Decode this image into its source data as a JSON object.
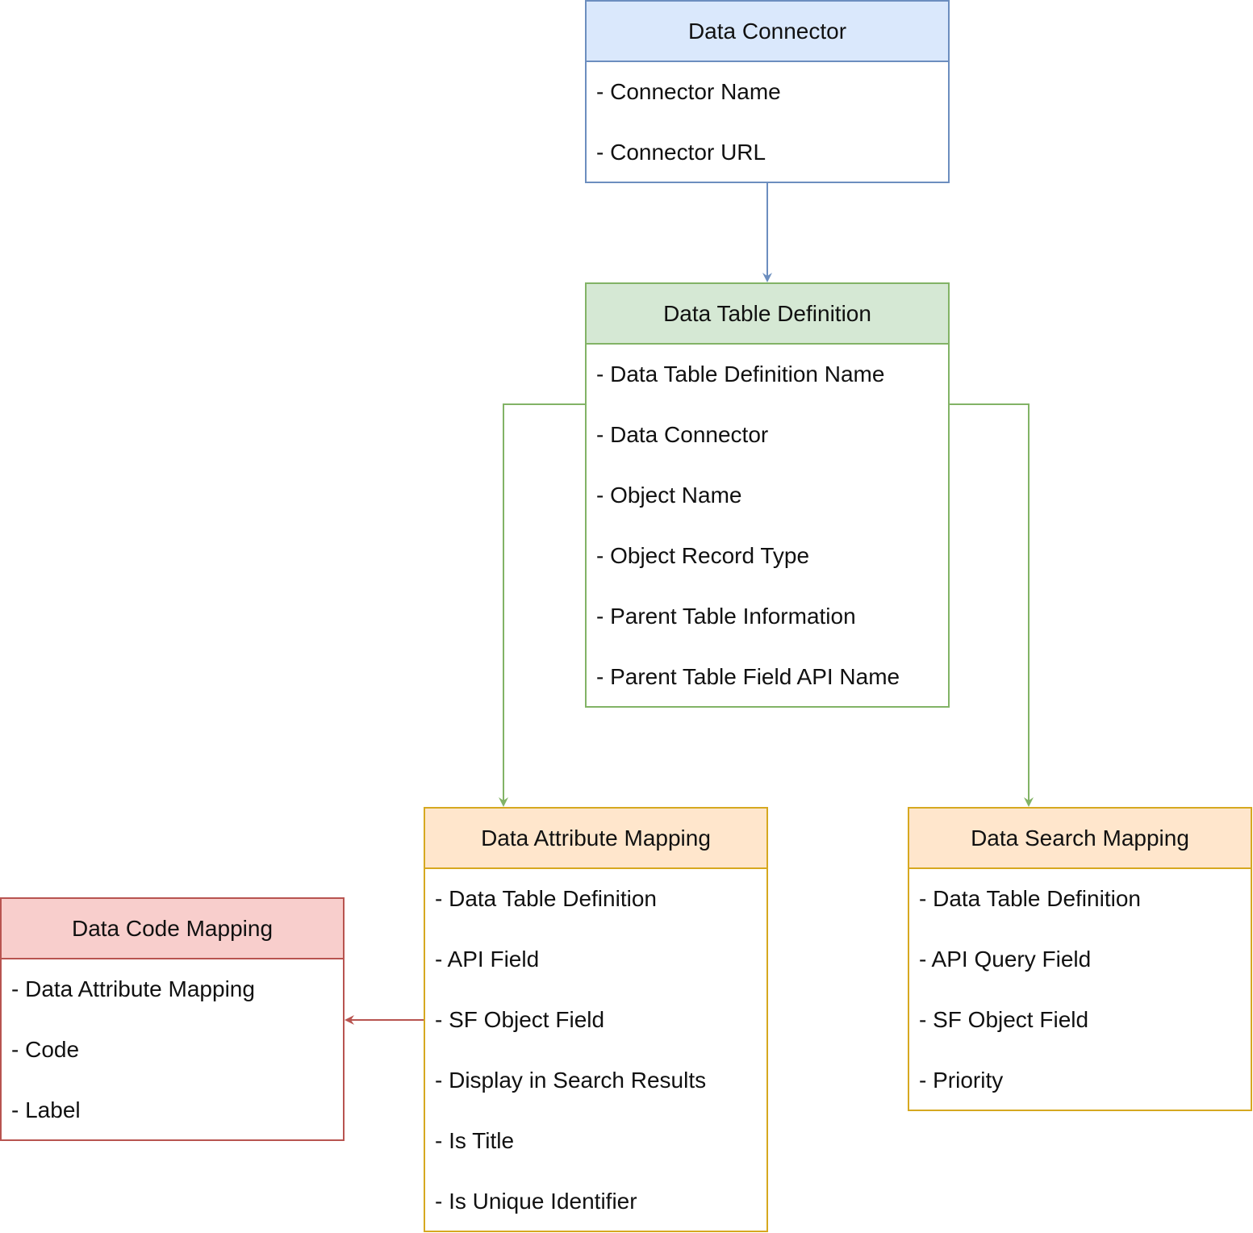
{
  "entities": {
    "data_connector": {
      "title": "Data Connector",
      "fields": [
        "- Connector Name",
        "- Connector URL"
      ]
    },
    "data_table_definition": {
      "title": "Data Table Definition",
      "fields": [
        "- Data Table Definition Name",
        "- Data Connector",
        "- Object Name",
        "- Object Record Type",
        "- Parent Table Information",
        "- Parent Table Field API Name"
      ]
    },
    "data_attribute_mapping": {
      "title": "Data Attribute Mapping",
      "fields": [
        "- Data Table Definition",
        "- API Field",
        "- SF Object Field",
        "- Display in Search Results",
        "- Is Title",
        "- Is Unique Identifier"
      ]
    },
    "data_search_mapping": {
      "title": "Data Search Mapping",
      "fields": [
        "- Data Table Definition",
        "- API Query Field",
        "- SF Object Field",
        "- Priority"
      ]
    },
    "data_code_mapping": {
      "title": "Data Code Mapping",
      "fields": [
        "- Data Attribute Mapping",
        "- Code",
        "- Label"
      ]
    }
  },
  "colors": {
    "blue_stroke": "#6c8ebf",
    "blue_fill": "#dae8fc",
    "green_stroke": "#82b366",
    "green_fill": "#d5e8d4",
    "orange_stroke": "#d6a820",
    "orange_fill": "#ffe6cc",
    "red_stroke": "#b85450",
    "red_fill": "#f8cecc"
  }
}
